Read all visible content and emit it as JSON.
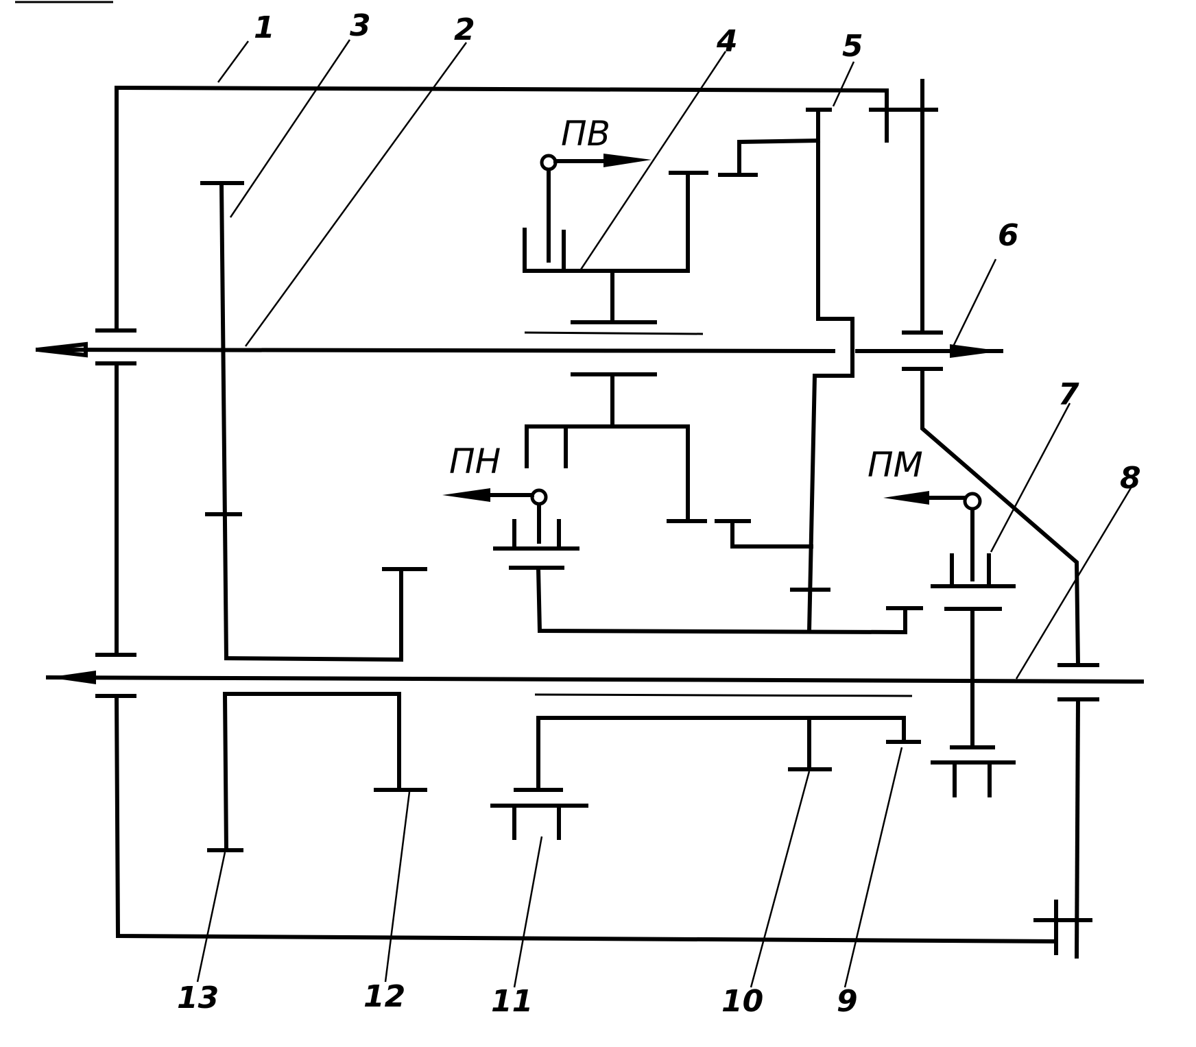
{
  "labels": {
    "n1": "1",
    "n2": "2",
    "n3": "3",
    "n4": "4",
    "n5": "5",
    "n6": "6",
    "n7": "7",
    "n8": "8",
    "n9": "9",
    "n10": "10",
    "n11": "11",
    "n12": "12",
    "n13": "13"
  },
  "controls": {
    "pv": "ПВ",
    "pn": "ПН",
    "pm": "ПМ"
  }
}
